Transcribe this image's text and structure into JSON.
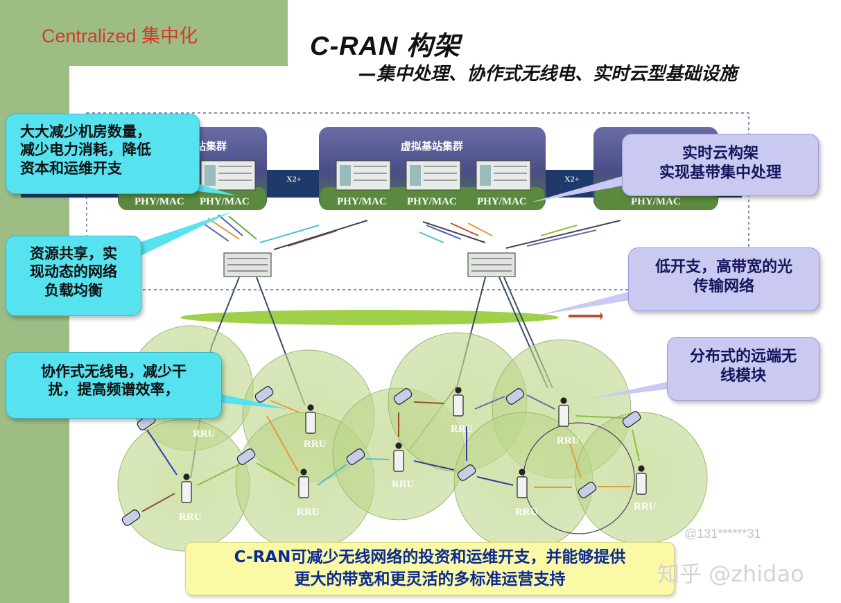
{
  "header": {
    "tag": "Centralized  集中化"
  },
  "title": "C-RAN 构架",
  "subtitle": "—集中处理、协作式无线电、实时云型基础设施",
  "diagram": {
    "clusters": [
      {
        "label": "站集群",
        "phy_labels": [
          "PHY/MAC",
          "PHY/MAC"
        ]
      },
      {
        "label": "虚拟基站集群",
        "phy_labels": [
          "PHY/MAC",
          "PHY/MAC",
          "PHY/MAC"
        ]
      },
      {
        "label": "",
        "phy_labels": [
          "PHY/MAC"
        ]
      }
    ],
    "x2_labels": [
      "X2+",
      "X2+"
    ],
    "rru_label": "RRU"
  },
  "callouts": {
    "c1": [
      "大大减少机房数量，",
      "减少电力消耗，降低",
      "资本和运维开支"
    ],
    "c2": [
      "资源共享，实",
      "现动态的网络",
      "负载均衡"
    ],
    "c3": [
      "协作式无线电，减少干",
      "扰，提高频谱效率，"
    ],
    "c4": [
      "实时云构架",
      "实现基带集中处理"
    ],
    "c5": [
      "低开支，高带宽的光",
      "传输网络"
    ],
    "c6": [
      "分布式的远端无",
      "线模块"
    ]
  },
  "summary": [
    "C-RAN可减少无线网络的投资和运维开支，并能够提供",
    "更大的带宽和更灵活的多标准运营支持"
  ],
  "watermark": {
    "user": "@131******31",
    "site": "知乎 @zhidao"
  }
}
